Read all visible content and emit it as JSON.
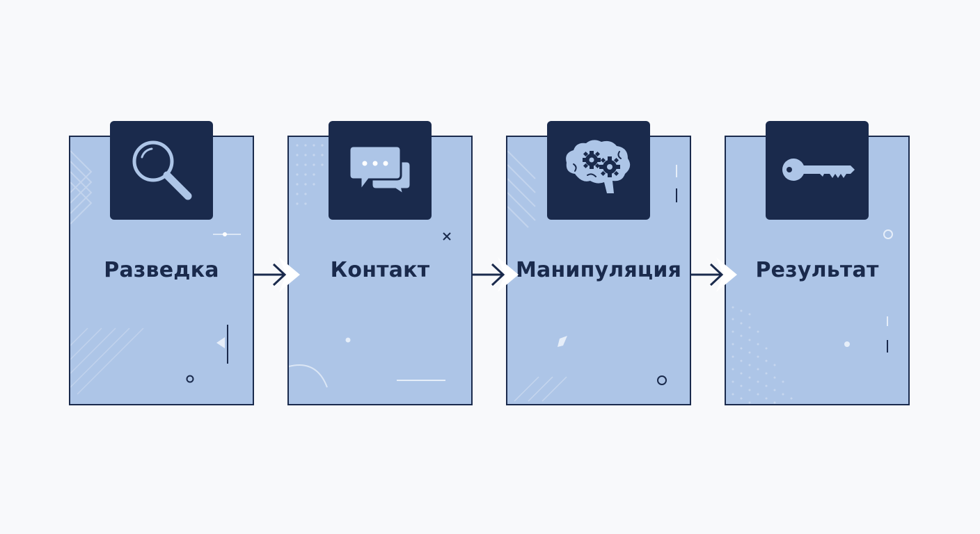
{
  "colors": {
    "background": "#f8f9fb",
    "card_fill": "#adc5e7",
    "card_border": "#1a2a4c",
    "tab_fill": "#1a2a4c",
    "icon_color": "#adc5e7",
    "label_color": "#1a2a4c"
  },
  "steps": [
    {
      "label": "Разведка",
      "icon": "magnifying-glass-icon"
    },
    {
      "label": "Контакт",
      "icon": "chat-bubbles-icon"
    },
    {
      "label": "Манипуляция",
      "icon": "brain-gears-icon"
    },
    {
      "label": "Результат",
      "icon": "key-icon"
    }
  ]
}
